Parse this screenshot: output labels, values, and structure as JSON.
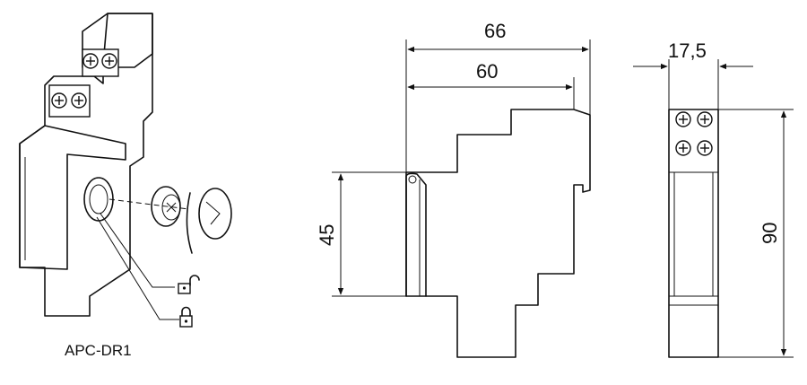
{
  "product": {
    "model_label": "APC-DR1"
  },
  "dimensions": {
    "total_depth": "66",
    "depth_to_rail": "60",
    "front_height": "45",
    "total_height": "90",
    "width": "17,5"
  },
  "icons": [
    "unlocked-padlock-icon",
    "locked-padlock-icon",
    "screw-terminal-icon"
  ]
}
